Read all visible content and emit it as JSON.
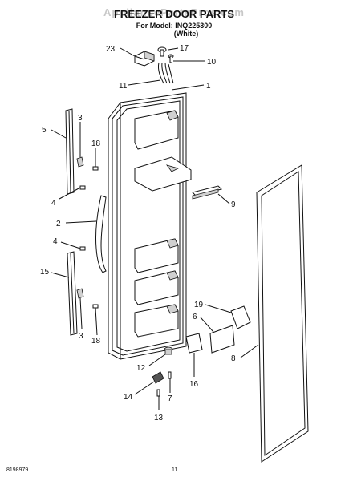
{
  "header": {
    "watermark": "AppliancePartsPros.com",
    "title": "FREEZER DOOR PARTS",
    "model_line": "For Model: INQ225300",
    "color_line": "(White)"
  },
  "callouts": [
    {
      "id": "23",
      "label": "23"
    },
    {
      "id": "17",
      "label": "17"
    },
    {
      "id": "10",
      "label": "10"
    },
    {
      "id": "11",
      "label": "11"
    },
    {
      "id": "1",
      "label": "1"
    },
    {
      "id": "5",
      "label": "5"
    },
    {
      "id": "3a",
      "label": "3"
    },
    {
      "id": "18a",
      "label": "18"
    },
    {
      "id": "4a",
      "label": "4"
    },
    {
      "id": "9",
      "label": "9"
    },
    {
      "id": "2",
      "label": "2"
    },
    {
      "id": "4b",
      "label": "4"
    },
    {
      "id": "15",
      "label": "15"
    },
    {
      "id": "19",
      "label": "19"
    },
    {
      "id": "6",
      "label": "6"
    },
    {
      "id": "3b",
      "label": "3"
    },
    {
      "id": "18b",
      "label": "18"
    },
    {
      "id": "8",
      "label": "8"
    },
    {
      "id": "12",
      "label": "12"
    },
    {
      "id": "16",
      "label": "16"
    },
    {
      "id": "14",
      "label": "14"
    },
    {
      "id": "7",
      "label": "7"
    },
    {
      "id": "13",
      "label": "13"
    }
  ],
  "footer": {
    "doc_number": "8198979",
    "page_number": "11"
  }
}
